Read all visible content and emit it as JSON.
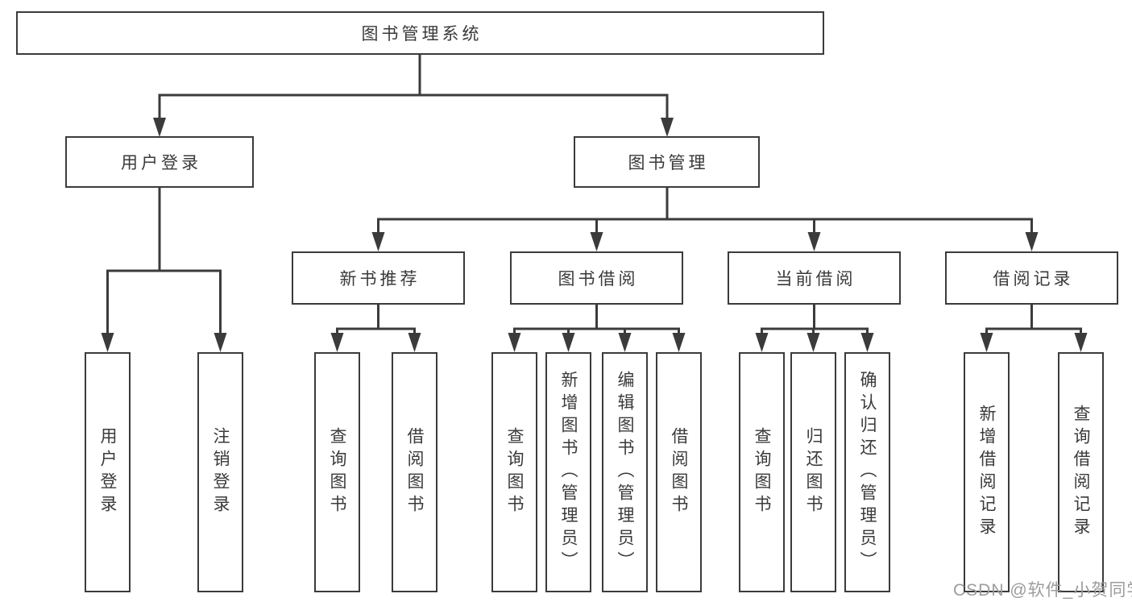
{
  "tree": {
    "root": {
      "label": "图书管理系统"
    },
    "branches": [
      {
        "label": "用户登录",
        "children": [
          {
            "label": "用户登录"
          },
          {
            "label": "注销登录"
          }
        ]
      },
      {
        "label": "图书管理",
        "children": [
          {
            "label": "新书推荐",
            "children": [
              {
                "label": "查询图书"
              },
              {
                "label": "借阅图书"
              }
            ]
          },
          {
            "label": "图书借阅",
            "children": [
              {
                "label": "查询图书"
              },
              {
                "label": "新增图书（管理员）"
              },
              {
                "label": "编辑图书（管理员）"
              },
              {
                "label": "借阅图书"
              }
            ]
          },
          {
            "label": "当前借阅",
            "children": [
              {
                "label": "查询图书"
              },
              {
                "label": "归还图书"
              },
              {
                "label": "确认归还（管理员）"
              }
            ]
          },
          {
            "label": "借阅记录",
            "children": [
              {
                "label": "新增借阅记录"
              },
              {
                "label": "查询借阅记录"
              }
            ]
          }
        ]
      }
    ]
  },
  "watermark": {
    "text": "CSDN @软件_小贺同学"
  },
  "colors": {
    "line": "#3b3b3b",
    "text": "#3a3a3a",
    "watermark": "#9c9c9c",
    "background": "#ffffff"
  }
}
